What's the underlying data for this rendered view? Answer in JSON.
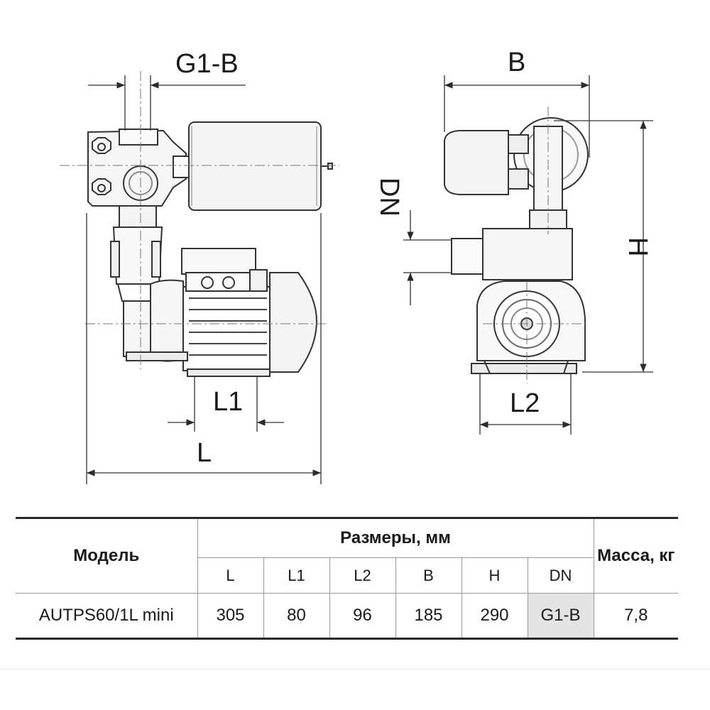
{
  "diagram": {
    "front_labels": {
      "g1b": "G1-B",
      "l1": "L1",
      "l": "L"
    },
    "side_labels": {
      "b": "B",
      "dn": "DN",
      "h": "H",
      "l2": "L2"
    }
  },
  "table": {
    "model_header": "Модель",
    "dimensions_header": "Размеры, мм",
    "mass_header": "Масса, кг",
    "columns": [
      "L",
      "L1",
      "L2",
      "B",
      "H",
      "DN"
    ],
    "row": {
      "model": "AUTPS60/1L mini",
      "values": [
        "305",
        "80",
        "96",
        "185",
        "290",
        "G1-B"
      ],
      "mass": "7,8"
    }
  },
  "colors": {
    "line": "#3a3a3a",
    "highlight_cell": "#e3e3e3"
  }
}
